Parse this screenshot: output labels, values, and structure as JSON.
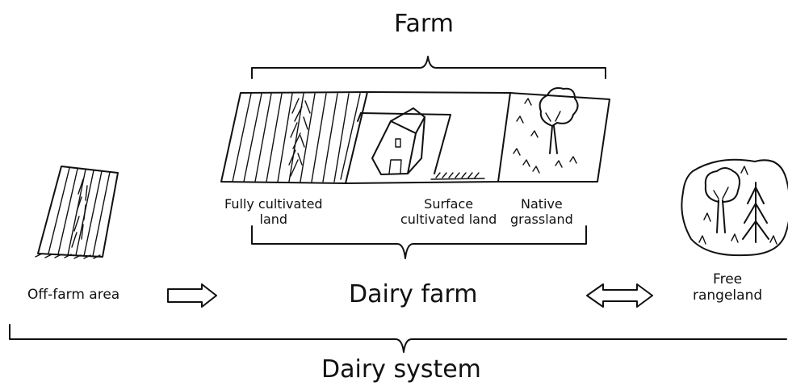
{
  "labels": {
    "farm": "Farm",
    "fully_cultivated_line1": "Fully cultivated",
    "fully_cultivated_line2": "land",
    "surface_cultivated_line1": "Surface",
    "surface_cultivated_line2": "cultivated land",
    "native_grassland_line1": "Native",
    "native_grassland_line2": "grassland",
    "off_farm_area": "Off-farm area",
    "dairy_farm": "Dairy farm",
    "free_rangeland_line1": "Free",
    "free_rangeland_line2": "rangeland",
    "dairy_system": "Dairy system"
  },
  "icons": {
    "off_farm_field": "plowed-field-sketch",
    "fully_cultivated": "plowed-field-sketch",
    "surface_cultivated": "barn-sketch",
    "native_grassland": "tree-grass-sketch",
    "free_rangeland": "trees-in-circle-sketch",
    "arrow_right": "right-arrow",
    "arrow_both": "double-arrow"
  }
}
